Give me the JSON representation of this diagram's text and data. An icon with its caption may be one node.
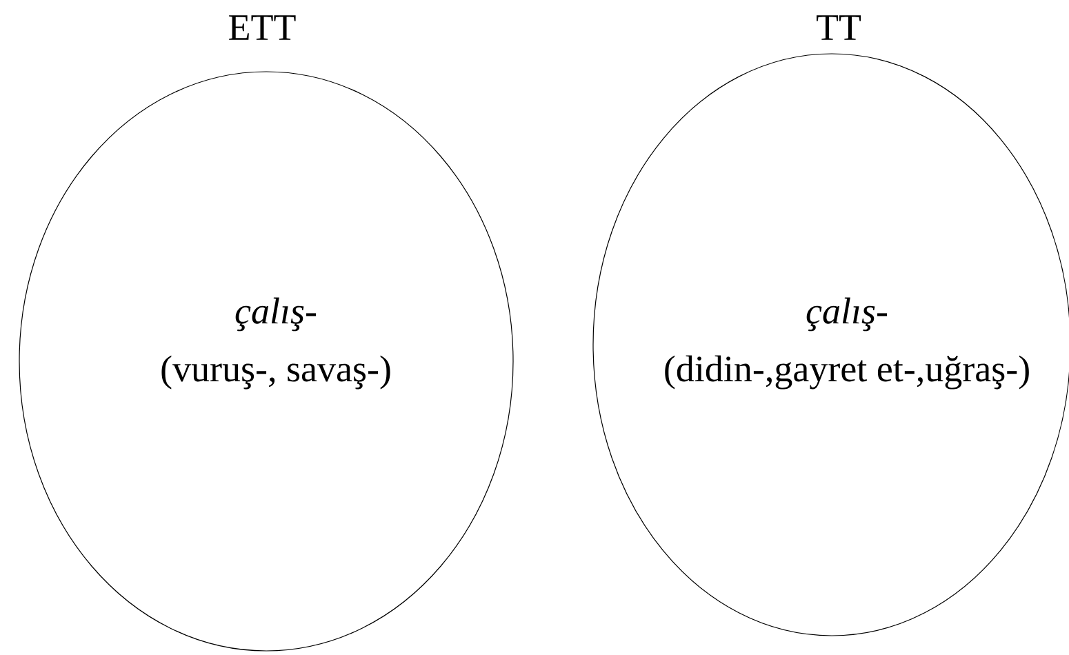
{
  "diagram": {
    "nodes": [
      {
        "text": [
          "ETT",
          "çalış-",
          "(vuruş-, savaş-)"
        ]
      },
      {
        "text": [
          "TT",
          "çalış-",
          "(didin-,gayret et-,uğraş-)"
        ]
      }
    ]
  }
}
